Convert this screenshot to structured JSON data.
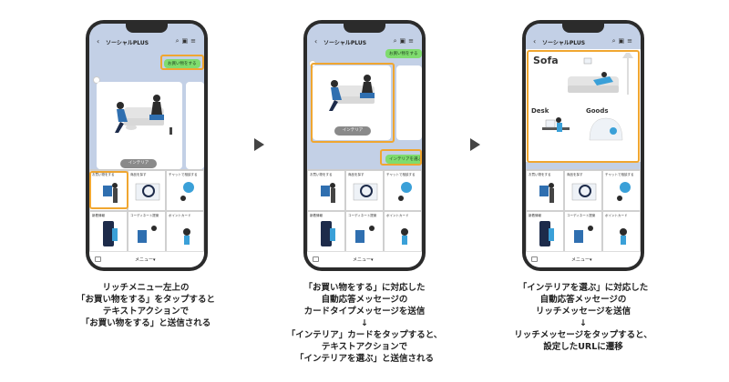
{
  "app": {
    "title": "ソーシャルPLUS"
  },
  "colors": {
    "highlight": "#f0a630",
    "bubble": "#7fdc6e",
    "accent": "#2f6fb0",
    "chat_bg": "#c3d0e6"
  },
  "icons": {
    "back": "chevron-left-icon",
    "search": "search-icon",
    "book": "book-icon",
    "menu": "menu-icon",
    "keyboard": "keyboard-icon"
  },
  "phone1": {
    "bubble": "お買い物をする",
    "card_button": "インテリア"
  },
  "phone2": {
    "bubble_top": "お買い物をする",
    "card_button": "インテリア",
    "bubble": "インテリアを選ぶ"
  },
  "phone3": {
    "sofa": "Sofa",
    "desk": "Desk",
    "goods": "Goods"
  },
  "rich_menu": {
    "cells": [
      "お買い物をする",
      "商品を探す",
      "チャットで相談する",
      "新着情報",
      "コーディネート提案",
      "ポイントカード"
    ],
    "footer_label": "メニュー▾"
  },
  "captions": {
    "c1": [
      "リッチメニュー左上の",
      "「お買い物をする」をタップすると",
      "テキストアクションで",
      "「お買い物をする」と送信される"
    ],
    "c2": [
      "「お買い物をする」に対応した",
      "自動応答メッセージの",
      "カードタイプメッセージを送信",
      "↓",
      "「インテリア」カードをタップすると、",
      "テキストアクションで",
      "「インテリアを選ぶ」と送信される"
    ],
    "c3": [
      "「インテリアを選ぶ」に対応した",
      "自動応答メッセージの",
      "リッチメッセージを送信",
      "↓",
      "リッチメッセージをタップすると、",
      "設定したURLに遷移"
    ]
  }
}
